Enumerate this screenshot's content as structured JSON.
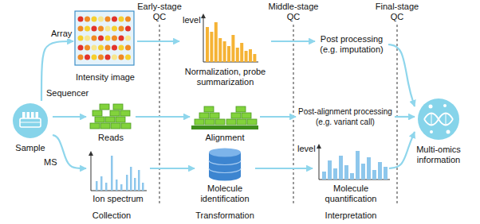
{
  "diagram": {
    "nodes": [
      {
        "text": [
          "Sample"
        ]
      },
      {
        "text": [
          "Intensity image"
        ]
      },
      {
        "text": [
          "Normalization, probe summarization"
        ]
      },
      {
        "text": [
          "Post processing (e.g. imputation)"
        ]
      },
      {
        "text": [
          "Reads"
        ]
      },
      {
        "text": [
          "Alignment"
        ]
      },
      {
        "text": [
          "Post-alignment processing (e.g. variant call)"
        ]
      },
      {
        "text": [
          "Ion spectrum"
        ]
      },
      {
        "text": [
          "Molecule identification"
        ]
      },
      {
        "text": [
          "Molecule quantification"
        ]
      },
      {
        "text": [
          "Multi-omics information"
        ]
      }
    ],
    "edges": [
      {
        "from": 0,
        "to": 1,
        "label": "Array",
        "arrow": "to"
      },
      {
        "from": 0,
        "to": 4,
        "label": "Sequencer",
        "arrow": "to"
      },
      {
        "from": 0,
        "to": 7,
        "label": "MS",
        "arrow": "to"
      },
      {
        "from": 1,
        "to": 2,
        "arrow": "to"
      },
      {
        "from": 2,
        "to": 3,
        "arrow": "to"
      },
      {
        "from": 3,
        "to": 10,
        "arrow": "to"
      },
      {
        "from": 4,
        "to": 5,
        "arrow": "to"
      },
      {
        "from": 5,
        "to": 6,
        "arrow": "to"
      },
      {
        "from": 6,
        "to": 10,
        "arrow": "to"
      },
      {
        "from": 7,
        "to": 8,
        "arrow": "to"
      },
      {
        "from": 8,
        "to": 9,
        "arrow": "to"
      },
      {
        "from": 9,
        "to": 10,
        "arrow": "to"
      }
    ],
    "labels": [
      "Early-stage QC",
      "Middle-stage QC",
      "Final-stage QC",
      "Collection",
      "Transformation",
      "Interpretation",
      "level",
      "level"
    ]
  }
}
